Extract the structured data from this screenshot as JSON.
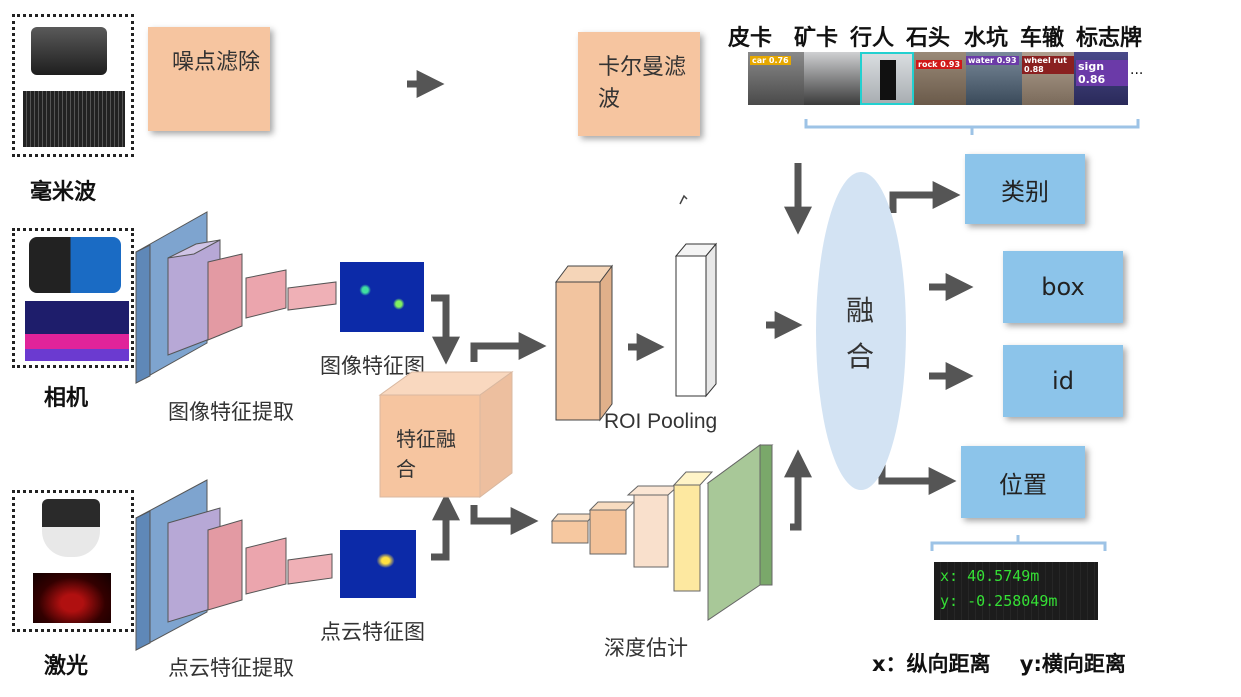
{
  "sensors": {
    "radar": "毫米波",
    "camera": "相机",
    "lidar": "激光"
  },
  "radar_steps": {
    "denoise": "噪点滤除",
    "kalman": "卡尔曼滤波"
  },
  "detections": {
    "categories": [
      "皮卡",
      "矿卡",
      "行人",
      "石头",
      "水坑",
      "车辙",
      "标志牌"
    ],
    "tags": [
      "car 0.76",
      "rock 0.93",
      "water 0.93",
      "wheel rut 0.88",
      "sign 0.86"
    ],
    "ellipsis": "..."
  },
  "image_branch": {
    "extract_label": "图像特征提取",
    "map_label": "图像特征图"
  },
  "cloud_branch": {
    "extract_label": "点云特征提取",
    "map_label": "点云特征图"
  },
  "fusion_box": "特征融合",
  "roi_label": "ROI Pooling",
  "depth_label": "深度估计",
  "fuse_node": "融合",
  "outputs": {
    "category": "类别",
    "box": "box",
    "id": "id",
    "position": "位置"
  },
  "position_readout": {
    "x": "x:   40.5749m",
    "y": "y:   -0.258049m"
  },
  "legend_note": "x：纵向距离    y:横向距离",
  "colors": {
    "arrow": "#555555",
    "peach": "#f6c5a0",
    "output_box": "#8cc4ea",
    "fuse_ellipse": "#d3e3f3",
    "bracket": "#9dc3e6"
  }
}
